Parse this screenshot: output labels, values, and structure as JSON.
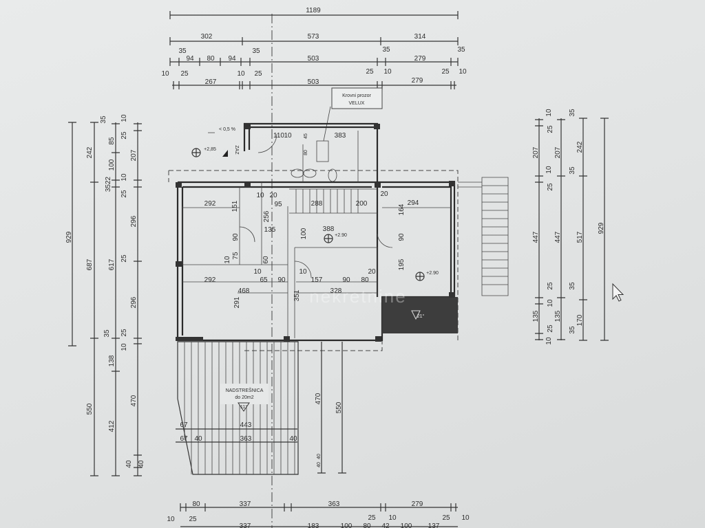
{
  "top_dims": {
    "row1": [
      "1189"
    ],
    "row2": [
      "302",
      "573",
      "314"
    ],
    "row3": [
      "35",
      "94",
      "80",
      "94",
      "35",
      "503",
      "35",
      "279",
      "35"
    ],
    "row4": [
      "10",
      "25",
      "267",
      "10",
      "25",
      "503",
      "25",
      "10",
      "279",
      "25",
      "10"
    ]
  },
  "callout": {
    "line1": "Krovni prozor",
    "line2": "VELUX"
  },
  "left_dims": {
    "col1": [
      "929"
    ],
    "col2": [
      "242",
      "687",
      "550"
    ],
    "col3": [
      "35",
      "85",
      "100",
      "3522",
      "617",
      "35",
      "138",
      "412"
    ],
    "col4": [
      "10",
      "25",
      "207",
      "10",
      "25",
      "296",
      "25",
      "296",
      "25",
      "10",
      "470",
      "40",
      "40"
    ]
  },
  "right_dims": {
    "col1": [
      "10",
      "25",
      "207",
      "10",
      "25",
      "447",
      "25",
      "10",
      "135",
      "25",
      "10"
    ],
    "col2": [
      "35",
      "207",
      "35",
      "447",
      "35",
      "135",
      "35"
    ],
    "col3": [
      "242",
      "517",
      "170"
    ],
    "col4": [
      "929"
    ]
  },
  "plan": {
    "slope": "< 0,5 %",
    "level_entry": "+2,85",
    "zaz": "ZAZ",
    "labels": [
      "110",
      "10",
      "383",
      "45",
      "80",
      "292",
      "151",
      "10",
      "20",
      "95",
      "256",
      "288",
      "200",
      "20",
      "294",
      "164",
      "90",
      "135",
      "388",
      "90",
      "75",
      "10",
      "60",
      "10",
      "65",
      "90",
      "10",
      "157",
      "90",
      "80",
      "20",
      "195",
      "292",
      "468",
      "328",
      "351",
      "291",
      "100"
    ],
    "level_hall": "+2.90",
    "level_room": "+2.90",
    "stair_slope": "21°",
    "watermark": "nekretnine"
  },
  "canopy": {
    "title": "NADSTREŠNICA",
    "area": "do 20m2",
    "slope": "11°",
    "dims": [
      "67",
      "443",
      "67",
      "40",
      "363",
      "40"
    ],
    "vertical": [
      "470",
      "550",
      "40",
      "40"
    ]
  },
  "bottom_dims": {
    "row1": [
      "10",
      "80",
      "25",
      "337",
      "363",
      "25",
      "10",
      "279",
      "25",
      "10"
    ],
    "row2": [
      "337",
      "183",
      "100",
      "80",
      "42",
      "100",
      "137"
    ]
  }
}
